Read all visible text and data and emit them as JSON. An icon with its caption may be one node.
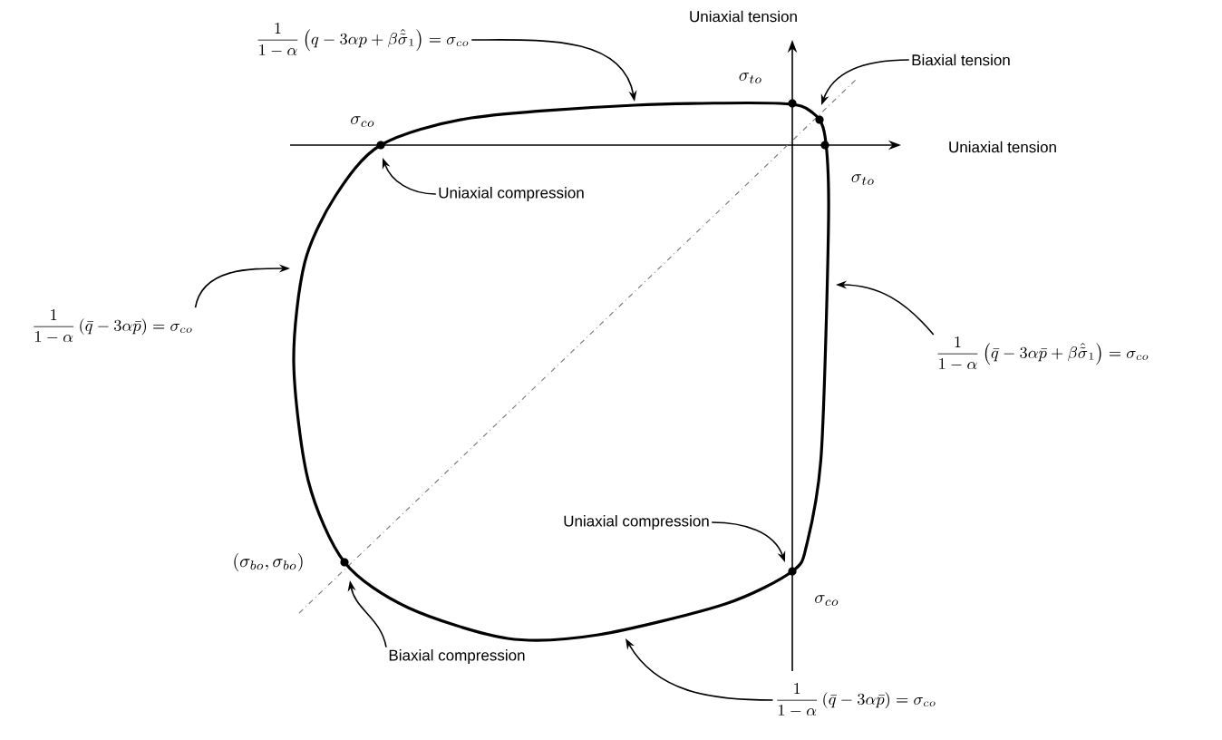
{
  "diagram": {
    "nodes": [
      {
        "text": [
          "\\frac{1}{1-\\alpha}\\left(q-3\\alpha p+\\beta\\hat{\\tilde{\\sigma}}_1\\right)=\\sigma_{co}"
        ]
      },
      {
        "text": [
          "Biaxial tension"
        ]
      },
      {
        "text": [
          "Uniaxial compression"
        ]
      },
      {
        "text": [
          "\\frac{1}{1-\\alpha}\\left(\\bar{q}-3\\alpha\\bar{p}\\right)=\\sigma_{co}"
        ]
      },
      {
        "text": [
          "\\frac{1}{1-\\alpha}\\left(\\bar{q}-3\\alpha\\bar{p}+\\beta\\hat{\\tilde{\\sigma}}_1\\right)=\\sigma_{co}"
        ]
      },
      {
        "text": [
          "Uniaxial compression"
        ]
      },
      {
        "text": [
          "Biaxial compression"
        ]
      },
      {
        "text": [
          "\\frac{1}{1-\\alpha}\\left(\\bar{q}-3\\alpha\\bar{p}\\right)=\\sigma_{co}"
        ]
      }
    ],
    "edges": [
      {
        "from": 0,
        "to": null,
        "arrow": "to"
      },
      {
        "from": 1,
        "to": null,
        "arrow": "to"
      },
      {
        "from": 2,
        "to": null,
        "arrow": "to"
      },
      {
        "from": 3,
        "to": null,
        "arrow": "to"
      },
      {
        "from": 4,
        "to": null,
        "arrow": "to"
      },
      {
        "from": 5,
        "to": null,
        "arrow": "to"
      },
      {
        "from": 6,
        "to": null,
        "arrow": "to"
      },
      {
        "from": 7,
        "to": null,
        "arrow": "to"
      }
    ],
    "labels": [
      "Uniaxial tension",
      "\\sigma_{to}",
      "\\sigma_{co}",
      "Uniaxial tension",
      "\\sigma_{to}",
      "(\\sigma_{bo},\\sigma_{bo})",
      "\\sigma_{co}"
    ]
  }
}
